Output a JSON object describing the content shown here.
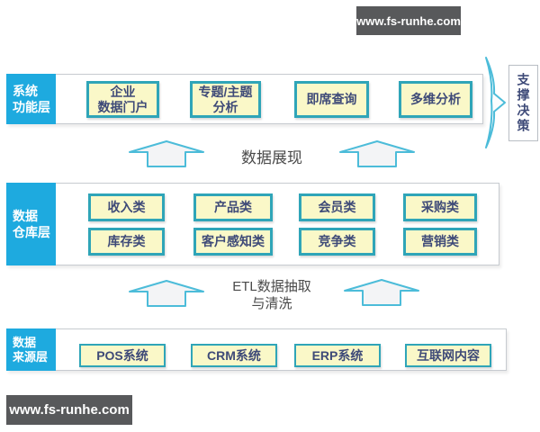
{
  "watermarks": {
    "top": "www.fs-runhe.com",
    "bottom": "www.fs-runhe.com"
  },
  "decision": {
    "text": "支撑决策"
  },
  "connectors": {
    "presentation": {
      "text": "数据展现"
    },
    "etl": {
      "line1": "ETL数据抽取",
      "line2": "与清洗"
    }
  },
  "layers": {
    "function": {
      "label": {
        "line1": "系统",
        "line2": "功能层"
      },
      "boxes": [
        {
          "line1": "企业",
          "line2": "数据门户"
        },
        {
          "line1": "专题/主题",
          "line2": "分析"
        },
        {
          "line1": "即席查询",
          "line2": ""
        },
        {
          "line1": "多维分析",
          "line2": ""
        }
      ]
    },
    "warehouse": {
      "label": {
        "line1": "数据",
        "line2": "仓库层"
      },
      "boxes": [
        "收入类",
        "产品类",
        "会员类",
        "采购类",
        "库存类",
        "客户感知类",
        "竞争类",
        "营销类"
      ]
    },
    "source": {
      "label": {
        "line1": "数据",
        "line2": "来源层"
      },
      "boxes": [
        "POS系统",
        "CRM系统",
        "ERP系统",
        "互联网内容"
      ]
    }
  },
  "icons": {
    "up_arrow": "up-arrow",
    "right_arrow": "right-arrow"
  },
  "colors": {
    "layer_label_bg": "#1eaadf",
    "box_bg": "#faf8c8",
    "box_border": "#2fa5b8",
    "box_text": "#3e4a78",
    "panel_border": "#c7cbd0",
    "arrow_stroke": "#4cbcd9",
    "arrow_fill": "#f3f4f6",
    "connector_text": "#4a4a4a",
    "watermark_bg": "#58595b",
    "watermark_text": "#ffffff"
  }
}
